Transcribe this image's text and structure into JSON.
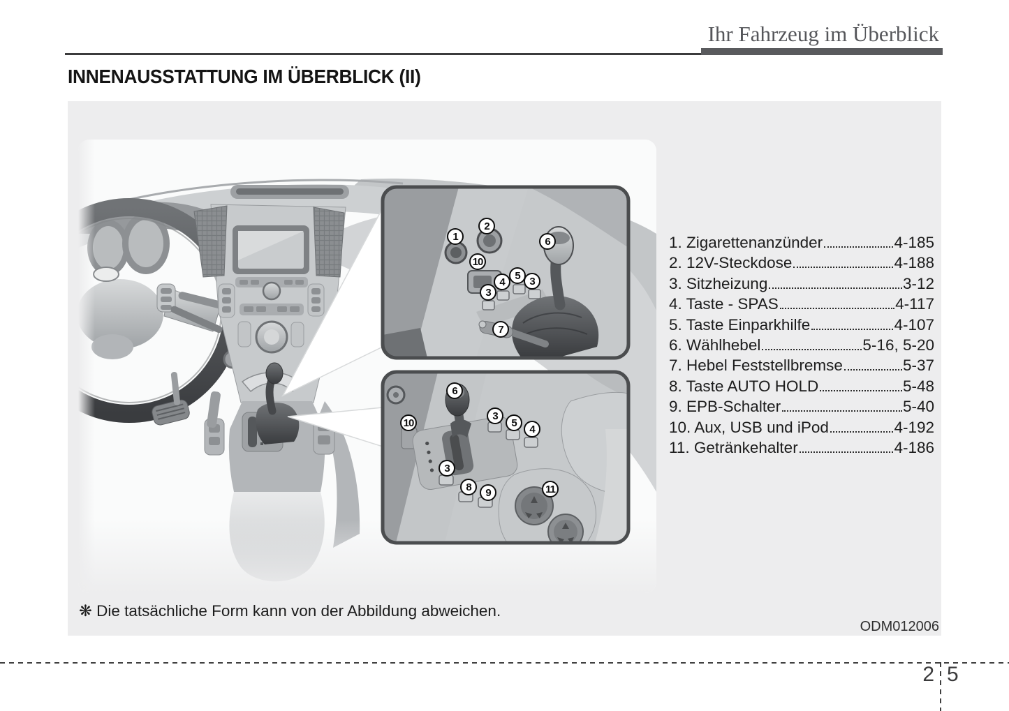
{
  "header": {
    "chapter_title": "Ihr Fahrzeug im Überblick"
  },
  "title": "INNENAUSSTATTUNG IM ÜBERBLICK (II)",
  "figure": {
    "note": "❋ Die tatsächliche Form kann von der Abbildung abweichen.",
    "image_code": "ODM012006",
    "callouts": [
      "1",
      "2",
      "6",
      "10",
      "3",
      "4",
      "5",
      "3",
      "7",
      "6",
      "10",
      "3",
      "5",
      "4",
      "3",
      "8",
      "9",
      "11"
    ]
  },
  "legend": [
    {
      "label": "1. Zigarettenanzünder",
      "page": "4-185"
    },
    {
      "label": "2. 12V-Steckdose",
      "page": "4-188"
    },
    {
      "label": "3. Sitzheizung",
      "page": "3-12"
    },
    {
      "label": "4. Taste - SPAS",
      "page": "4-117"
    },
    {
      "label": "5. Taste Einparkhilfe",
      "page": "4-107"
    },
    {
      "label": "6. Wählhebel",
      "page": "5-16, 5-20"
    },
    {
      "label": "7. Hebel Feststellbremse",
      "page": "5-37"
    },
    {
      "label": "8. Taste AUTO HOLD",
      "page": "5-48"
    },
    {
      "label": "9. EPB-Schalter",
      "page": "5-40"
    },
    {
      "label": "10. Aux, USB und iPod",
      "page": "4-192"
    },
    {
      "label": "11. Getränkehalter",
      "page": "4-186"
    }
  ],
  "footer": {
    "chapter": "2",
    "page": "5"
  }
}
